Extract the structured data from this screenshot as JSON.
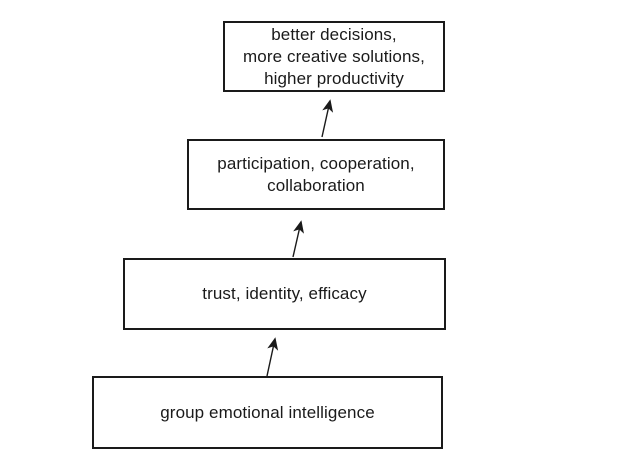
{
  "diagram": {
    "title_hidden": "",
    "boxes": [
      {
        "id": "outcomes",
        "label": "better decisions,\nmore creative solutions,\nhigher productivity"
      },
      {
        "id": "behaviors",
        "label": "participation, cooperation,\ncollaboration"
      },
      {
        "id": "beliefs",
        "label": "trust, identity, efficacy"
      },
      {
        "id": "foundation",
        "label": "group emotional intelligence"
      }
    ],
    "arrows": [
      {
        "id": "arrow-foundation-to-beliefs",
        "direction": "up"
      },
      {
        "id": "arrow-beliefs-to-behaviors",
        "direction": "up"
      },
      {
        "id": "arrow-behaviors-to-outcomes",
        "direction": "up"
      }
    ],
    "colors": {
      "line": "#1a1a1a",
      "background": "#ffffff",
      "text": "#1a1a1a"
    }
  }
}
